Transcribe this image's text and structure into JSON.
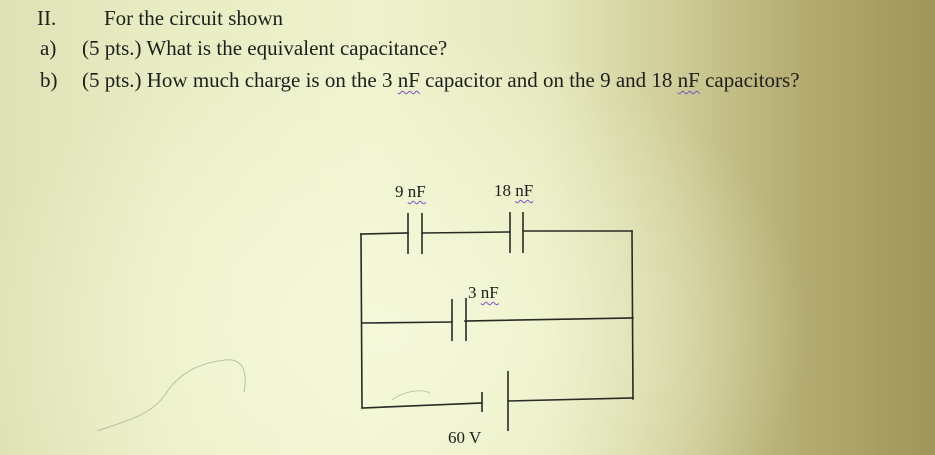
{
  "problem": {
    "number": "II.",
    "intro": "For the circuit shown",
    "parts": [
      {
        "label": "a)",
        "points": "(5 pts.)",
        "question": "What is the equivalent capacitance?"
      },
      {
        "label": "b)",
        "points": "(5 pts.)",
        "question_pre": "How much charge is on the 3",
        "question_unit1": "nF",
        "question_mid": "capacitor and on the 9 and 18",
        "question_unit2": "nF",
        "question_post": "capacitors?"
      }
    ]
  },
  "circuit": {
    "capacitors": [
      {
        "id": "c1",
        "value": "9",
        "unit": "nF"
      },
      {
        "id": "c2",
        "value": "18",
        "unit": "nF"
      },
      {
        "id": "c3",
        "value": "3",
        "unit": "nF"
      }
    ],
    "battery": {
      "voltage": "60 V"
    },
    "wire_color": "#2a2a24"
  }
}
